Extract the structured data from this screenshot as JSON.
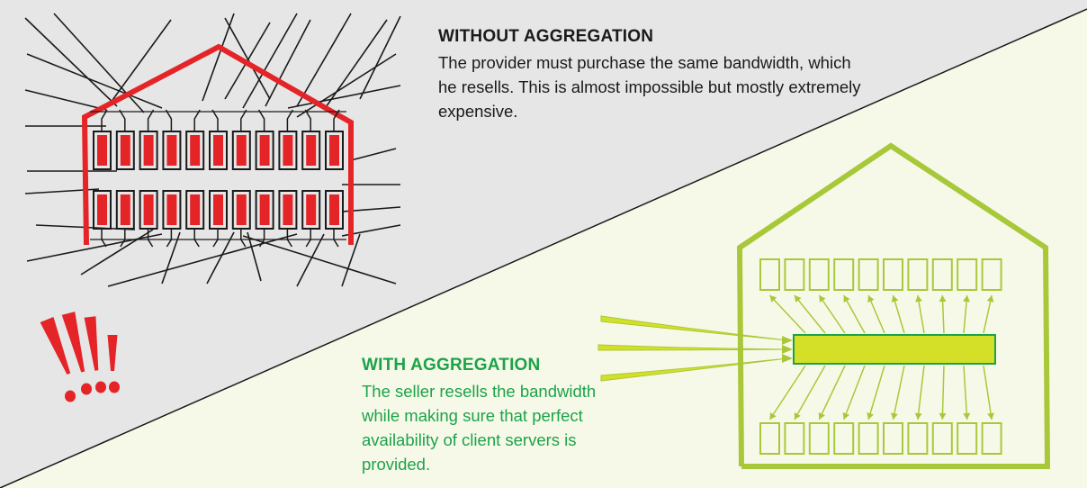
{
  "without": {
    "title": "WITHOUT AGGREGATION",
    "description": "The provider must purchase the same bandwidth, which he resells. This is almost impossible but mostly extremely expensive."
  },
  "with": {
    "title": "WITH AGGREGATION",
    "description": "The seller resells the bandwidth while making sure that perfect availability of client servers is provided."
  },
  "colors": {
    "background_top": "#e6e6e7",
    "background_bottom": "#f7f9e8",
    "red": "#e52427",
    "green_accent": "#1ba34a",
    "lime": "#a8c83a",
    "lime_fill": "#d4e027",
    "dark": "#1a1a1a"
  },
  "icons": {
    "without_diagram": "red-house-with-tangled-connections",
    "with_diagram": "green-house-with-aggregator",
    "warning": "exclamation-marks-icon"
  },
  "servers": {
    "without_rows": 2,
    "without_per_row": 11,
    "with_rows": 2,
    "with_per_row": 10
  }
}
